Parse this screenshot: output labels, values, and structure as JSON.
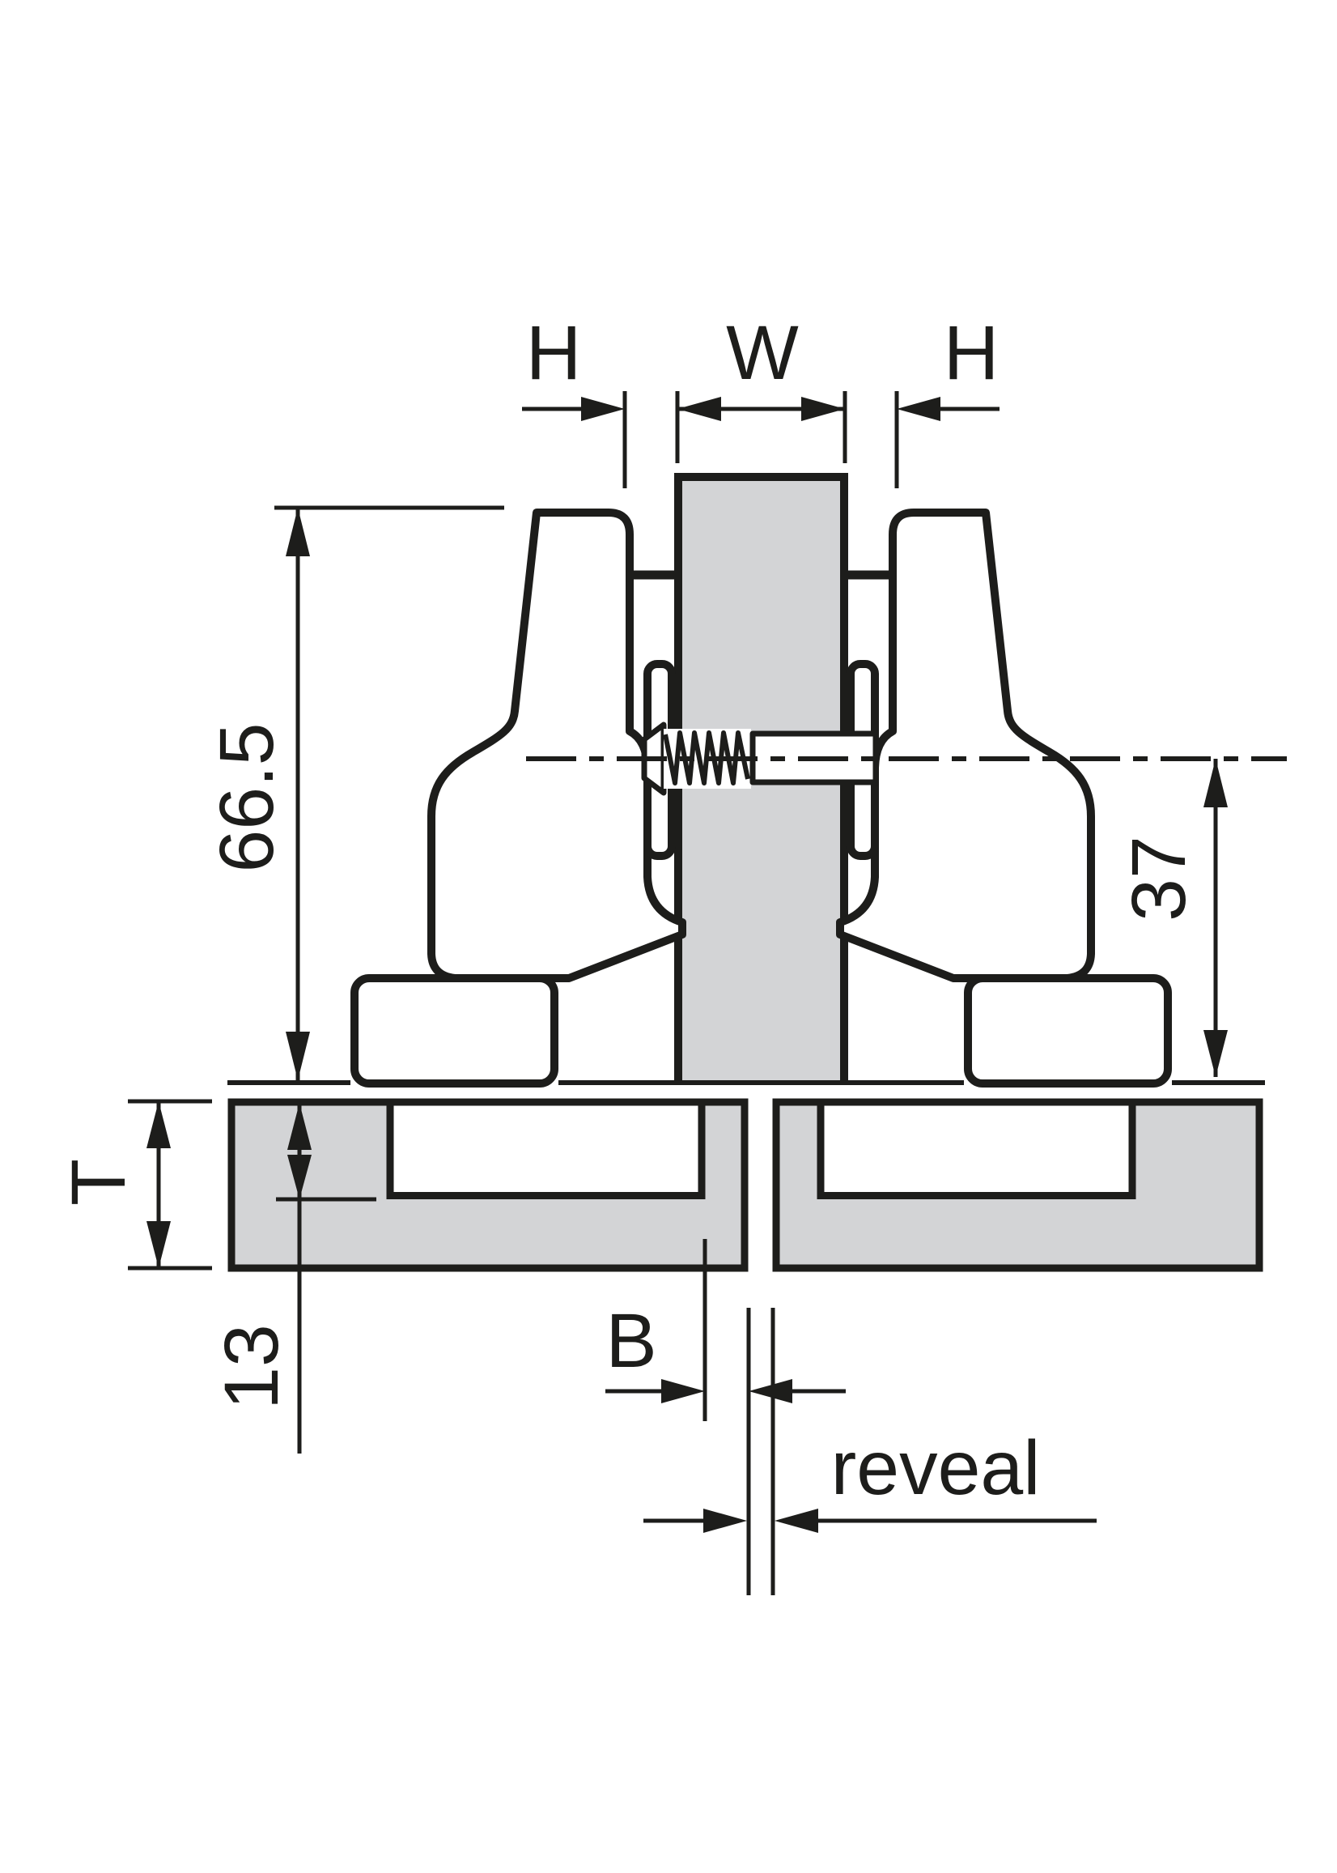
{
  "figure": {
    "description": "hinge twin application cross-section drawing",
    "labels": {
      "gap_left": "H",
      "partition_width": "W",
      "gap_right": "H",
      "overall_height": "66.5",
      "axis_height": "37",
      "door_thickness": "T",
      "drilling_depth": "13",
      "cup_distance": "B",
      "reveal": "reveal"
    },
    "colors": {
      "line": "#1d1d1b",
      "panel_fill": "#d3d4d6",
      "background": "#ffffff"
    }
  }
}
